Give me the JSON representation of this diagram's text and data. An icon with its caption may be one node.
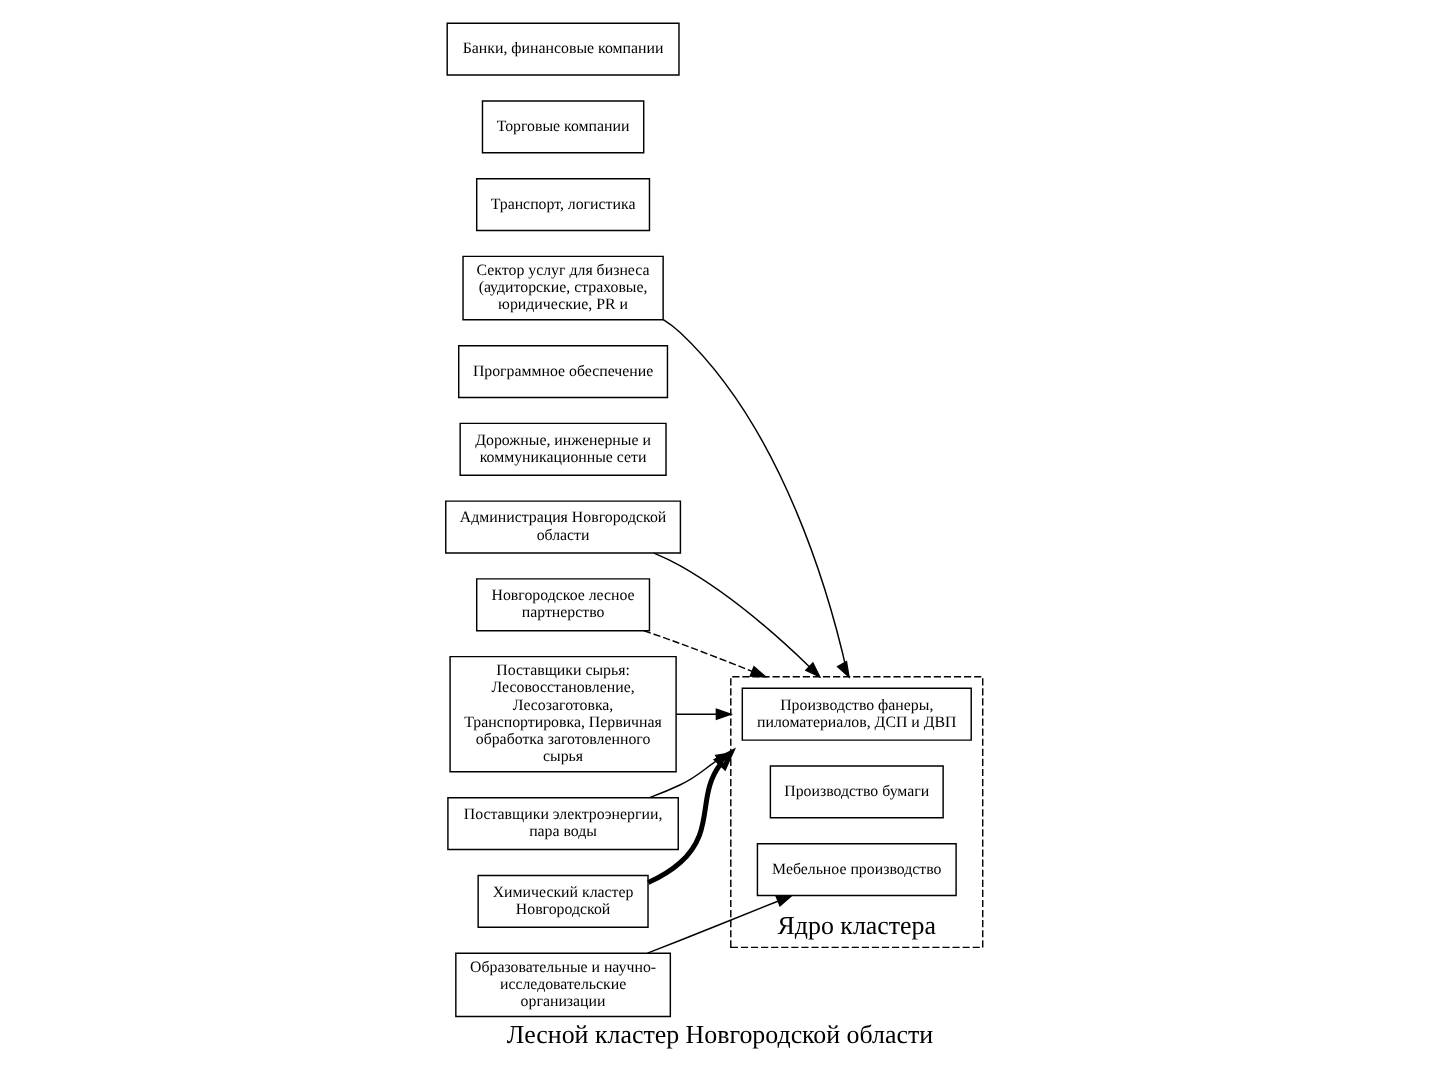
{
  "diagram": {
    "title": "Лесной кластер Новгородской области",
    "nodes": [
      {
        "text": [
          "Банки, финансовые компании"
        ]
      },
      {
        "text": [
          "Торговые компании"
        ]
      },
      {
        "text": [
          "Транспорт, логистика"
        ]
      },
      {
        "text": [
          "Сектор услуг для бизнеса (аудиторские, страховые, юридические, PR и"
        ]
      },
      {
        "text": [
          "Программное обеспечение"
        ]
      },
      {
        "text": [
          "Дорожные, инженерные и коммуникационные сети"
        ]
      },
      {
        "text": [
          "Администрация Новгородской области"
        ]
      },
      {
        "text": [
          "Новгородское лесное партнерство"
        ]
      },
      {
        "text": [
          "Ядро кластера"
        ]
      },
      {
        "text": [
          "Производство фанеры, пиломатериалов, ДСП и ДВП"
        ],
        "in": 8
      },
      {
        "text": [
          "Производство бумаги"
        ],
        "in": 8
      },
      {
        "text": [
          "Мебельное производство"
        ],
        "in": 8
      },
      {
        "text": [
          "Поставщики сырья: Лесовосстановление, Лесозаготовка, Транспортировка, Первичная обработка заготовленного сырья"
        ]
      },
      {
        "text": [
          "Поставщики электроэнергии, пара воды"
        ]
      },
      {
        "text": [
          "Химический кластер Новгородской"
        ]
      },
      {
        "text": [
          "Образовательные и научно-исследовательские организации"
        ]
      }
    ],
    "edges": [
      {
        "from": 6,
        "to": 8,
        "arrow": "to"
      },
      {
        "from": 7,
        "to": 8,
        "arrow": "to",
        "style": "dashed"
      },
      {
        "from": 3,
        "to": 8,
        "arrow": "to"
      },
      {
        "from": 12,
        "to": 8,
        "arrow": "to"
      },
      {
        "from": 13,
        "to": 8,
        "arrow": "to"
      },
      {
        "from": 14,
        "to": 8,
        "arrow": "to",
        "style": "thick"
      },
      {
        "from": 15,
        "to": 11,
        "arrow": "to"
      }
    ]
  }
}
